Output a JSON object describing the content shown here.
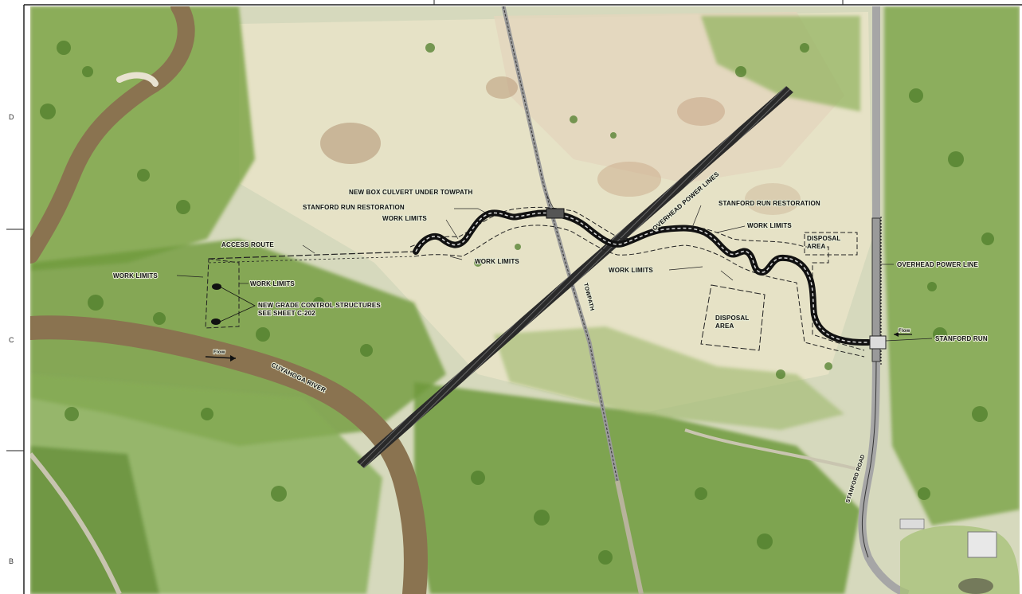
{
  "grid_letters": [
    "D",
    "C",
    "B"
  ],
  "labels": {
    "new_box_culvert": "NEW BOX CULVERT UNDER TOWPATH",
    "stanford_run_restoration_left": "STANFORD RUN RESTORATION",
    "work_limits_upper_left": "WORK LIMITS",
    "access_route": "ACCESS ROUTE",
    "work_limits_lower_middle": "WORK LIMITS",
    "work_limits_far_left": "WORK LIMITS",
    "work_limits_grade": "WORK LIMITS",
    "new_grade_control_line1": "NEW GRADE CONTROL STRUCTURES",
    "new_grade_control_line2": "SEE SHEET C-202",
    "overhead_power_lines_diag": "OVERHEAD POWER LINES",
    "stanford_run_restoration_right": "STANFORD RUN RESTORATION",
    "work_limits_right": "WORK LIMITS",
    "work_limits_mid_right": "WORK LIMITS",
    "disposal_area_upper_line1": "DISPOSAL",
    "disposal_area_upper_line2": "AREA",
    "disposal_area_lower_line1": "DISPOSAL",
    "disposal_area_lower_line2": "AREA",
    "overhead_power_line_right": "OVERHEAD POWER LINE",
    "stanford_run": "STANFORD RUN",
    "flow_right": "Flow",
    "flow_river": "Flow",
    "cuyahoga_river": "CUYAHOGA RIVER",
    "towpath": "TOWPATH",
    "stanford_road": "STANFORD ROAD"
  },
  "colors": {
    "terrain_base": "#d9dcc0",
    "meadow": "#e6e2c8",
    "forest": "#6f9a3c",
    "forest_dark": "#4c7a2a",
    "river": "#8a7350",
    "road": "#9a9a9a",
    "powerline": "#2a2a2a",
    "stream": "#1a1a1a"
  }
}
